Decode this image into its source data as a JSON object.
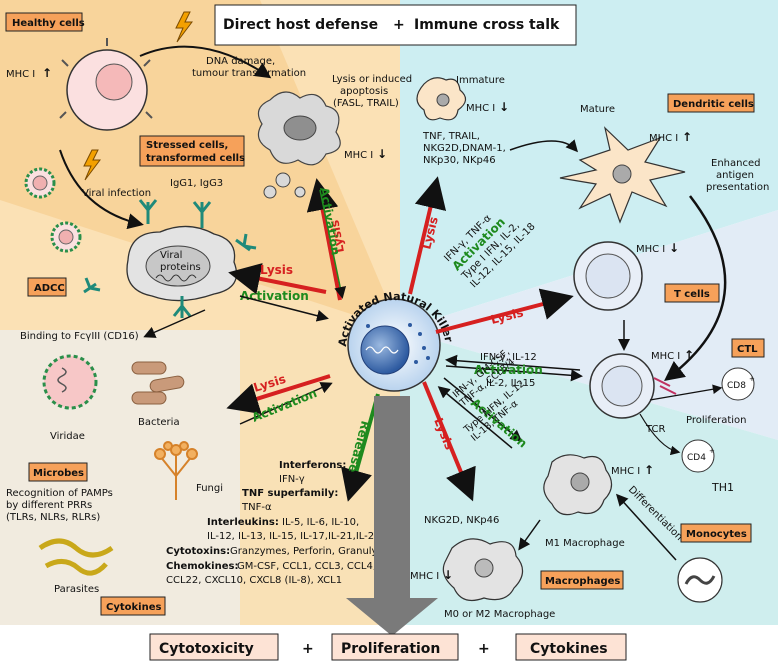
{
  "header": {
    "left": "Direct host defense",
    "plus": "+",
    "right": "Immune cross talk"
  },
  "boxes": {
    "healthy": "Healthy cells",
    "stressed_1": "Stressed cells,",
    "stressed_2": "transformed cells",
    "adcc": "ADCC",
    "dendritic": "Dendritic cells",
    "tcells": "T cells",
    "ctl": "CTL",
    "microbes": "Microbes",
    "cytokines": "Cytokines",
    "monocytes": "Monocytes",
    "macrophages": "Macrophages"
  },
  "center": {
    "nk_label": "Activated Natural Killer Cell"
  },
  "labels": {
    "mhc_up": "MHC I",
    "mhc_down": "MHC I",
    "dna_1": "DNA damage,",
    "dna_2": "tumour transformation",
    "lysis_apop_1": "Lysis or induced",
    "lysis_apop_2": "apoptosis",
    "lysis_apop_3": "(FASL, TRAIL)",
    "viral_infection": "Viral infection",
    "igg": "IgG1, IgG3",
    "viral_1": "Viral",
    "viral_2": "proteins",
    "binding": "Binding to FcγIII (CD16)",
    "immature": "Immature",
    "mature": "Mature",
    "tnf_1": "TNF, TRAIL,",
    "tnf_2": "NKG2D,DNAM-1,",
    "tnf_3": "NKp30, NKp46",
    "enh_1": "Enhanced",
    "enh_2": "antigen",
    "enh_3": "presentation",
    "dc_cyt_1": "IFN-γ, TNF-α",
    "dc_cyt_2": "Type I IFN, IL-2,",
    "dc_cyt_3": "IL-12, IL-15, IL-18",
    "t_cyt_1": "IFN-γ, IL-12",
    "t_cyt_2": "IL-2, IL-15",
    "tcr": "TCR",
    "cd8": "CD8",
    "cd4": "CD4",
    "proliferation_small": "Proliferation",
    "th1": "TH1",
    "mac_cyt_1": "IFN-γ, GM-CSF,",
    "mac_cyt_2": "TNF-α, CCL3/4",
    "mac_cyt_3": "Type I IFN, IL-12,",
    "mac_cyt_4": "IL-18, TNF-α",
    "nkg2d": "NKG2D, NKp46",
    "m1": "M1 Macrophage",
    "m0": "M0 or M2 Macrophage",
    "differentiation": "Differentiation",
    "viridae": "Viridae",
    "bacteria": "Bacteria",
    "fungi": "Fungi",
    "pamps_1": "Recognition of PAMPs",
    "pamps_2": "by different PRRs",
    "pamps_3": "(TLRs, NLRs, RLRs)",
    "parasites": "Parasites"
  },
  "arrows": {
    "lysis": "Lysis",
    "activation": "Activation",
    "release": "Release"
  },
  "cytokine_list": {
    "interferons_h": "Interferons:",
    "interferons_v": "IFN-γ",
    "tnf_h": "TNF superfamily:",
    "tnf_v": "TNF-α",
    "il_h": "Interleukins:",
    "il_v1": "IL-5, IL-6, IL-10,",
    "il_v2": "IL-12, IL-13, IL-15, IL-17,IL-21,IL-22",
    "cyto_h": "Cytotoxins:",
    "cyto_v": "Granzymes, Perforin, Granulysin",
    "chem_h": "Chemokines:",
    "chem_v1": "GM-CSF, CCL1, CCL3, CCL4, CCL5,",
    "chem_v2": "CCL22, CXCL10, CXCL8 (IL-8), XCL1"
  },
  "footer": {
    "a": "Cytotoxicity",
    "plus1": "+",
    "b": "Proliferation",
    "plus2": "+",
    "c": "Cytokines"
  },
  "colors": {
    "lysis": "#d62020",
    "activation": "#1e8a1e",
    "orange_box": "#f6a15a",
    "cyan_bg": "#cdeef2",
    "beige_bg": "#fbe1b5"
  }
}
